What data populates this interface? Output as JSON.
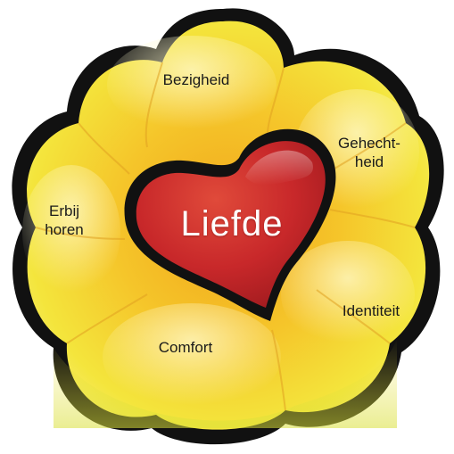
{
  "center": {
    "label": "Liefde",
    "color": "#c8282a"
  },
  "petals": [
    {
      "label": "Bezigheid",
      "lines": [
        "Bezigheid"
      ]
    },
    {
      "label": "Gehecht- heid",
      "lines": [
        "Gehecht-",
        "heid"
      ]
    },
    {
      "label": "Erbij horen",
      "lines": [
        "Erbij",
        "horen"
      ]
    },
    {
      "label": "Identiteit",
      "lines": [
        "Identiteit"
      ]
    },
    {
      "label": "Comfort",
      "lines": [
        "Comfort"
      ]
    }
  ],
  "colors": {
    "petal_light": "#fbf6a0",
    "petal_yellow": "#f3e23a",
    "petal_orange": "#f2b81e",
    "outline": "#111111",
    "heart_red": "#c8282a"
  }
}
